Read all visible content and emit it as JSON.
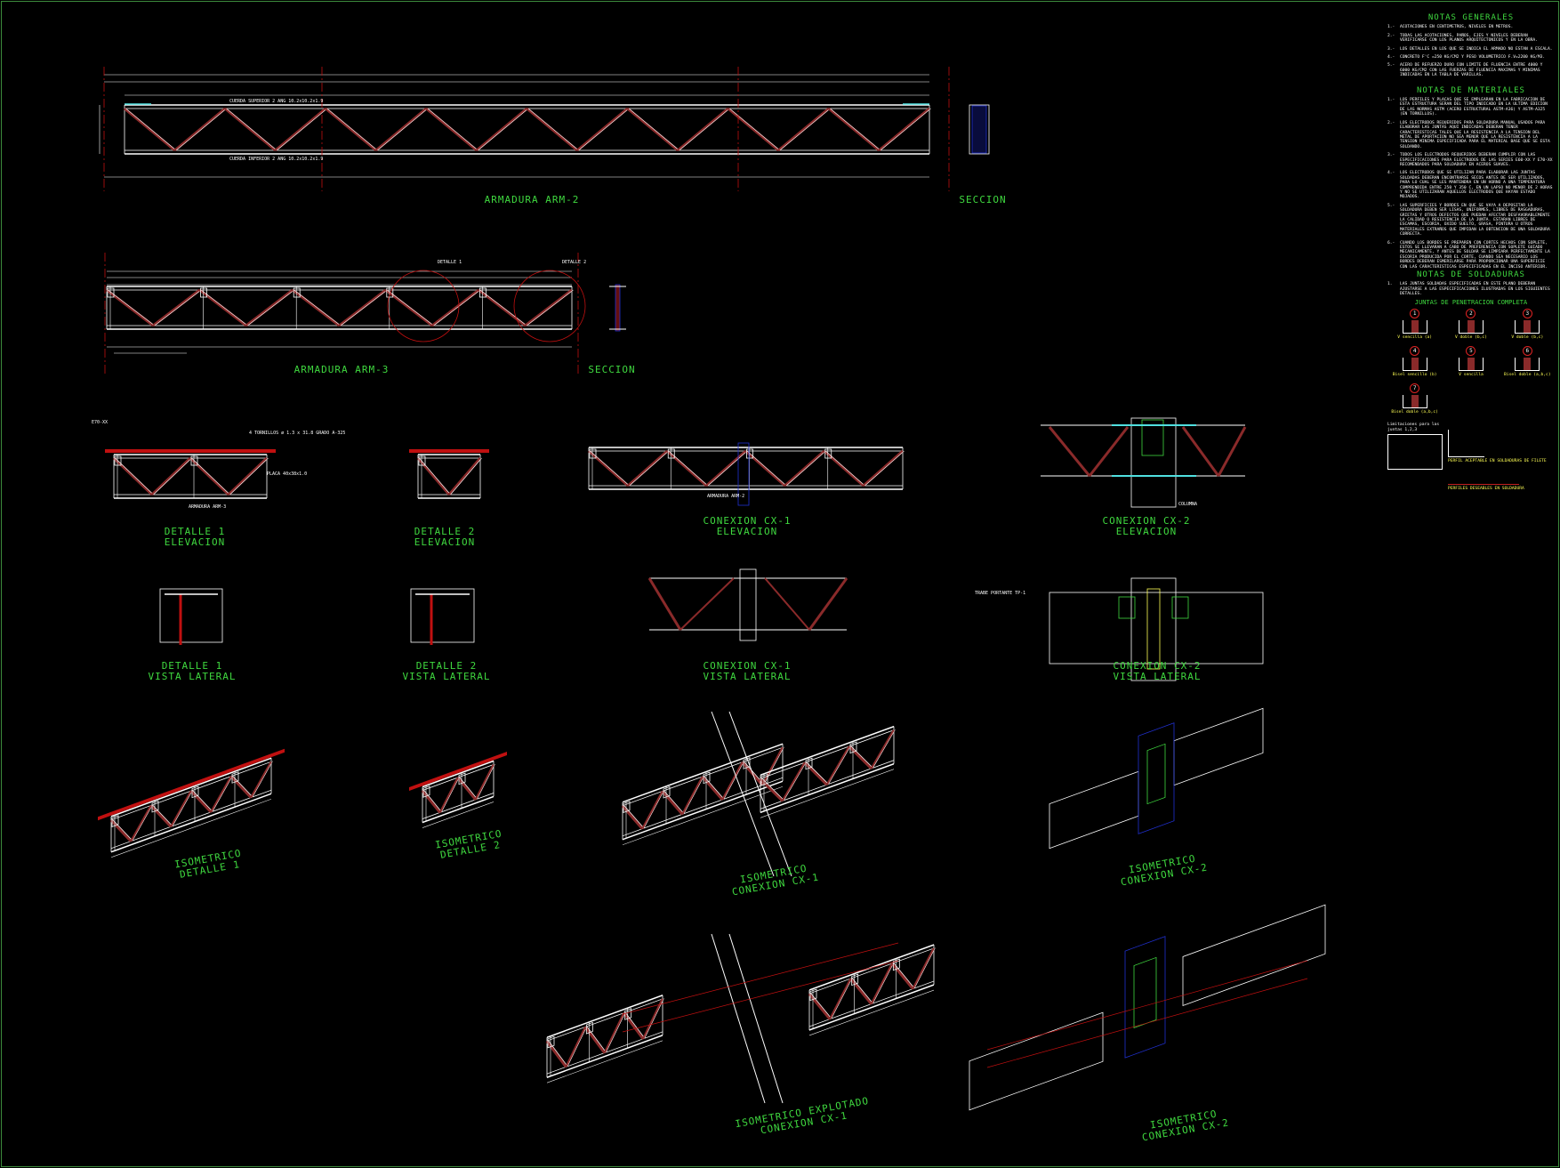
{
  "drawing": {
    "arm2": {
      "title": "ARMADURA ARM-2",
      "section": "SECCION",
      "top_chord": "CUERDA SUPERIOR 2 ANG 10.2x10.2x1.9",
      "bottom_chord": "CUERDA INFERIOR 2 ANG 10.2x10.2x1.9"
    },
    "arm3": {
      "title": "ARMADURA ARM-3",
      "section": "SECCION",
      "detail1_callout": "DETALLE 1",
      "detail2_callout": "DETALLE 2"
    },
    "views": [
      {
        "l1": "DETALLE 1",
        "l2": "ELEVACION"
      },
      {
        "l1": "DETALLE 2",
        "l2": "ELEVACION"
      },
      {
        "l1": "CONEXION CX-1",
        "l2": "ELEVACION"
      },
      {
        "l1": "CONEXION CX-2",
        "l2": "ELEVACION"
      },
      {
        "l1": "DETALLE 1",
        "l2": "VISTA LATERAL"
      },
      {
        "l1": "DETALLE 2",
        "l2": "VISTA LATERAL"
      },
      {
        "l1": "CONEXION CX-1",
        "l2": "VISTA LATERAL"
      },
      {
        "l1": "CONEXION CX-2",
        "l2": "VISTA LATERAL"
      },
      {
        "l1": "ISOMETRICO",
        "l2": "DETALLE 1"
      },
      {
        "l1": "ISOMETRICO",
        "l2": "DETALLE 2"
      },
      {
        "l1": "ISOMETRICO",
        "l2": "CONEXION CX-1"
      },
      {
        "l1": "ISOMETRICO",
        "l2": "CONEXION CX-2"
      },
      {
        "l1": "ISOMETRICO EXPLOTADO",
        "l2": "CONEXION CX-1"
      },
      {
        "l1": "ISOMETRICO",
        "l2": "CONEXION CX-2"
      }
    ],
    "annotations": {
      "weld": "E70-XX",
      "bolts": "4 TORNILLOS ø 1.3 x 31.8 GRADO A-325",
      "plate": "PLACA 40x38x1.0",
      "truss_arm2": "ARMADURA ARM-2",
      "truss_arm3": "ARMADURA ARM-3",
      "beam": "TRABE PORTANTE TP-1",
      "column": "COLUMNA"
    }
  },
  "notes": {
    "general_title": "NOTAS GENERALES",
    "general": [
      "ACOTACIONES EN CENTIMETROS, NIVELES EN METROS.",
      "TODAS LAS ACOTACIONES, PAÑOS, EJES Y NIVELES DEBERAN VERIFICARSE CON LOS PLANOS ARQUITECTONICOS Y EN LA OBRA.",
      "LOS DETALLES EN LOS QUE SE INDICA EL ARMADO NO ESTAN A ESCALA.",
      "CONCRETO F'C =250 KG/CM2 Y PESO VOLUMETRICO F.V=2200 KG/M3.",
      "ACERO DE REFUERZO DURO CON LIMITE DE FLUENCIA ENTRE 4000 Y 6000 KG/CM2 CON LAS FUERZAS DE FLUENCIA MAXIMAS Y MINIMAS INDICADAS EN LA TABLA DE VARILLAS."
    ],
    "materials_title": "NOTAS DE MATERIALES",
    "materials": [
      "LOS PERFILES Y PLACAS QUE SE EMPLEARAN EN LA FABRICACION DE ESTA ESTRUCTURA SERAN DEL TIPO INDICADO EN LA ULTIMA EDICION DE LAS NORMAS ASTM (ACERO ESTRUCTURAL ASTM-A36) Y ASTM-A325 (EN TORNILLOS).",
      "LOS ELECTRODOS REQUERIDOS PARA SOLDADURA MANUAL USADOS PARA ELABORAR LAS JUNTAS AQUI INDICADAS DEBERAN TENER CARACTERISTICAS TALES QUE LA RESISTENCIA A LA TENSION DEL METAL DE APORTACION NO SEA MENOR QUE LA RESISTENCIA A LA TENSION MINIMA ESPECIFICADA PARA EL MATERIAL BASE QUE SE ESTA SOLDANDO.",
      "TODOS LOS ELECTRODOS REQUERIDOS DEBERAN CUMPLIR CON LAS ESPECIFICACIONES PARA ELECTRODOS DE LAS SERIES E60-XX Y E70-XX RECOMENDADOS PARA SOLDADURA EN ACEROS SUAVES.",
      "LOS ELECTRODOS QUE SE UTILIZAN PARA ELABORAR LAS JUNTAS SOLDADAS DEBERAN ENCONTRARSE SECOS ANTES DE SER UTILIZADOS, PARA LO CUAL SE LES MANTENDRA EN UN HORNO A UNA TEMPERATURA COMPRENDIDA ENTRE 250 Y 350 C, EN UN LAPSO NO MENOR DE 2 HORAS Y NO SE UTILIZARAN AQUELLOS ELECTRODOS QUE HAYAN ESTADO MOJADOS.",
      "LAS SUPERFICIES Y BORDES EN QUE SE VAYA A DEPOSITAR LA SOLDADURA DEBEN SER LISAS, UNIFORMES, LIBRES DE RASGADURAS, GRIETAS Y OTROS DEFECTOS QUE PUEDAN AFECTAR DESFAVORABLEMENTE LA CALIDAD O RESISTENCIA DE LA JUNTA. ESTARAN LIBRES DE ESCAMAS, ESCORIA, OXIDO SUELTO, GRASA, PINTURA U OTROS MATERIALES EXTRAÑOS QUE IMPIDAN LA OBTENCION DE UNA SOLDADURA CORRECTA.",
      "CUANDO LOS BORDES SE PREPAREN CON CORTES HECHOS CON SOPLETE, ESTOS SE LLEVARAN A CABO DE PREFERENCIA CON SOPLETE GUIADO MECANICAMENTE, Y ANTES DE SOLDAR SE LIMPIARA PERFECTAMENTE LA ESCORIA PRODUCIDA POR EL CORTE, CUANDO SEA NECESARIO LOS BORDES DEBERAN ESMERILARSE PARA PROPORCIONAR UNA SUPERFICIE CON LAS CARACTERISTICAS ESPECIFICADAS EN EL INCISO ANTERIOR."
    ],
    "welds_title": "NOTAS DE SOLDADURAS",
    "welds": [
      "LAS JUNTAS SOLDADAS ESPECIFICADAS EN ESTE PLANO DEBERAN AJUSTARSE A LAS ESPECIFICACIONES ILUSTRADAS EN LOS SIGUIENTES DETALLES."
    ],
    "joints_title": "JUNTAS DE PENETRACION COMPLETA",
    "joints": [
      {
        "num": "1",
        "label": "V sencilla (a)"
      },
      {
        "num": "2",
        "label": "V doble (b,c)"
      },
      {
        "num": "3",
        "label": "V doble (b,c)"
      },
      {
        "num": "4",
        "label": "Bisel sencillo (b)"
      },
      {
        "num": "5",
        "label": "V sencilla"
      },
      {
        "num": "6",
        "label": "Bisel doble (a,b,c)"
      },
      {
        "num": "7",
        "label": "Bisel doble (a,b,c)"
      }
    ],
    "limits_title": "Limitaciones para las juntas 1,2,3",
    "fillet_ok": "PERFIL ACEPTABLE EN SOLDADURAS DE FILETE",
    "fillet_desired": "PERFILES DESEABLES EN SOLDADURA"
  },
  "colors": {
    "background": "#000000",
    "title": "#3fd83f",
    "line": "#ffffff",
    "web": "#8a2a2a",
    "axis": "#c01010",
    "plate": "#2030d0",
    "highlight": "#50e0e0",
    "weld_note": "#ffff55"
  }
}
